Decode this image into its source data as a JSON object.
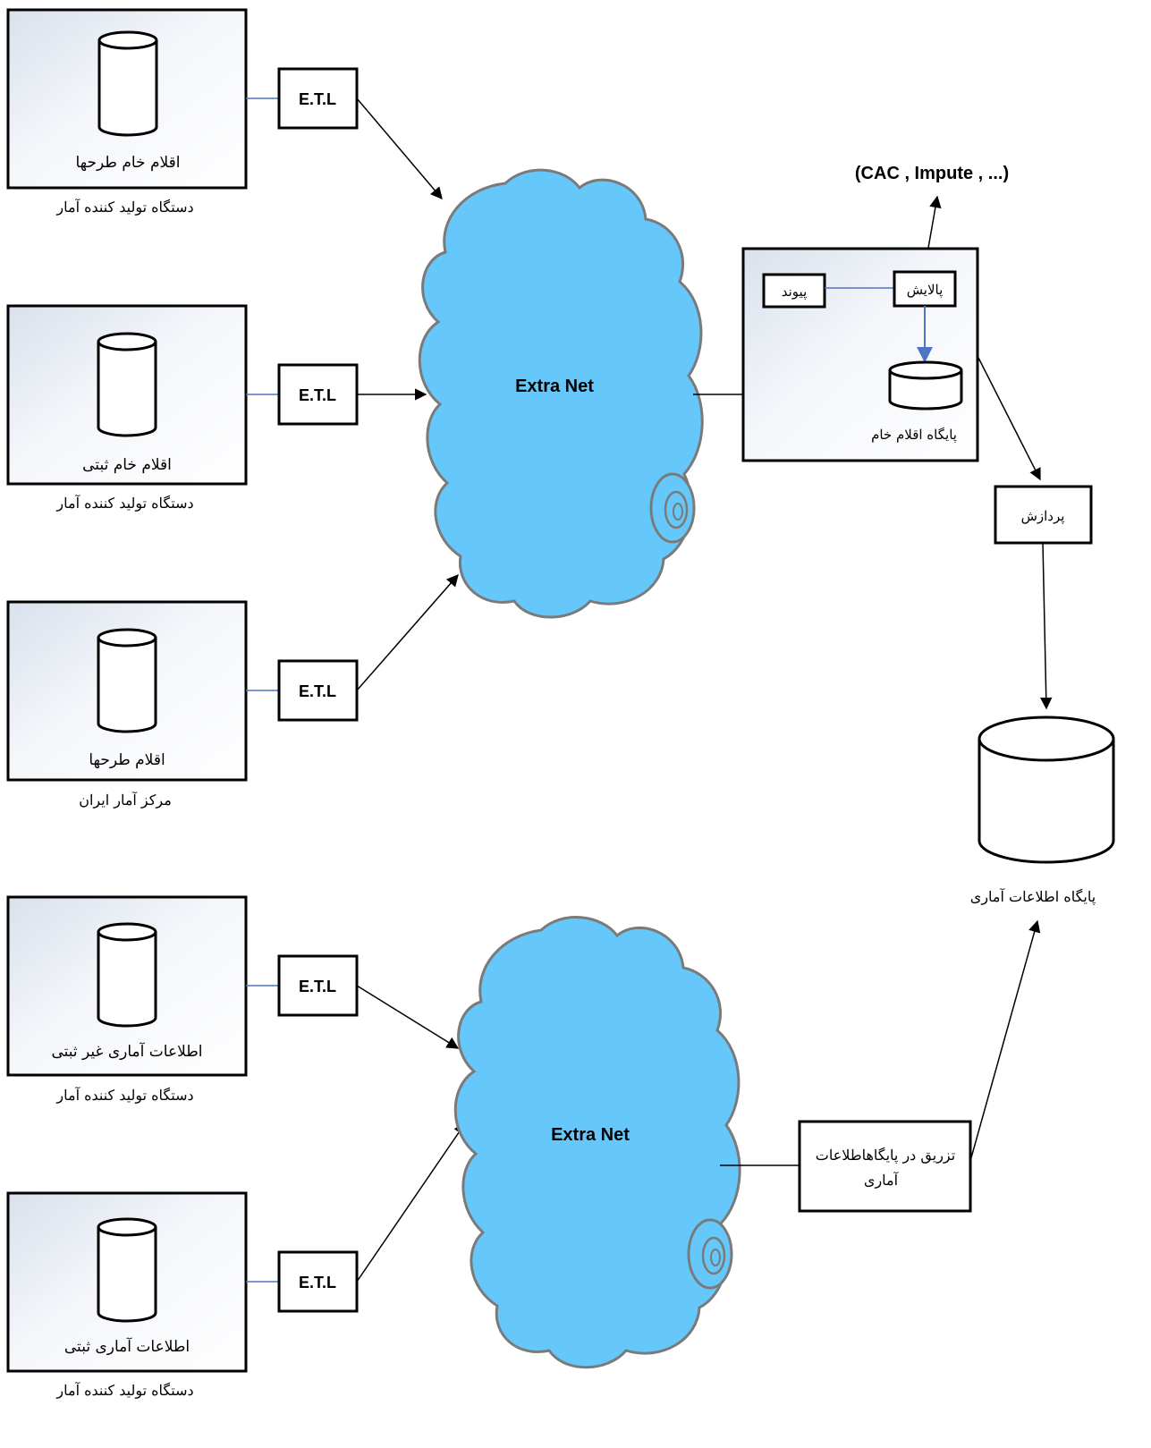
{
  "sources": [
    {
      "db_label": "اقلام خام طرحها",
      "caption": "دستگاه تولید کننده آمار",
      "etl": "E.T.L"
    },
    {
      "db_label": "اقلام خام ثبتی",
      "caption": "دستگاه تولید کننده آمار",
      "etl": "E.T.L"
    },
    {
      "db_label": "اقلام طرحها",
      "caption": "مرکز آمار ایران",
      "etl": "E.T.L"
    },
    {
      "db_label": "اطلاعات آماری غیر ثبتی",
      "caption": "دستگاه تولید کننده آمار",
      "etl": "E.T.L"
    },
    {
      "db_label": "اطلاعات آماری ثبتی",
      "caption": "دستگاه تولید کننده آمار",
      "etl": "E.T.L"
    }
  ],
  "clouds": [
    {
      "label": "Extra Net"
    },
    {
      "label": "Extra Net"
    }
  ],
  "staging": {
    "link_label": "پیوند",
    "clean_label": "پالایش",
    "raw_db_label": "پایگاه اقلام خام",
    "methods_label": "(CAC , Impute , ...)"
  },
  "processing_label": "پردازش",
  "stat_db_label": "پایگاه اطلاعات آماری",
  "inject": {
    "line1": "تزریق در پایگاهاطلاعات",
    "line2": "آماری"
  },
  "colors": {
    "cloud_fill": "#66c8fa",
    "cloud_stroke": "#7a7a7a",
    "connector_blue": "#4f74c6",
    "panel_gradient": "#dde4ee"
  }
}
